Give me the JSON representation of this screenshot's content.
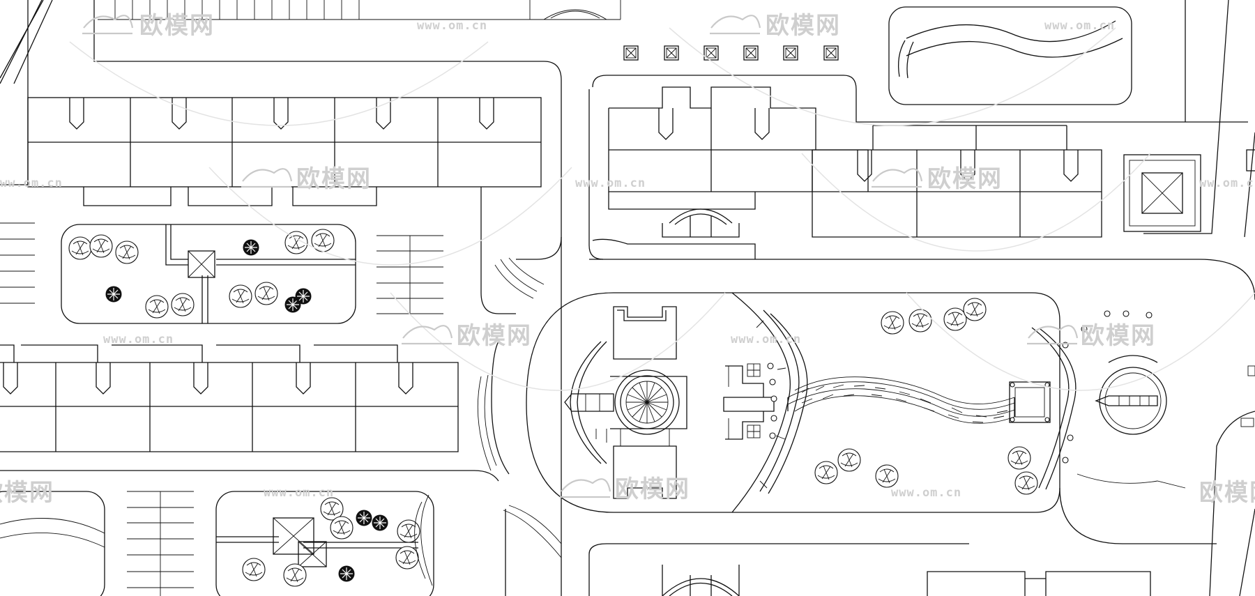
{
  "watermark": {
    "brand_text": "欧模网",
    "url_text": "www.om.cn",
    "url_short": "ww.om.cn",
    "brand_partial": "欧模网"
  },
  "colors": {
    "line": "#111111",
    "background": "#ffffff",
    "watermark": "#cfcfcf"
  },
  "icons": [
    "deciduous-tree-icon",
    "evergreen-tree-icon",
    "pavilion-icon",
    "watermark-logo-icon"
  ]
}
